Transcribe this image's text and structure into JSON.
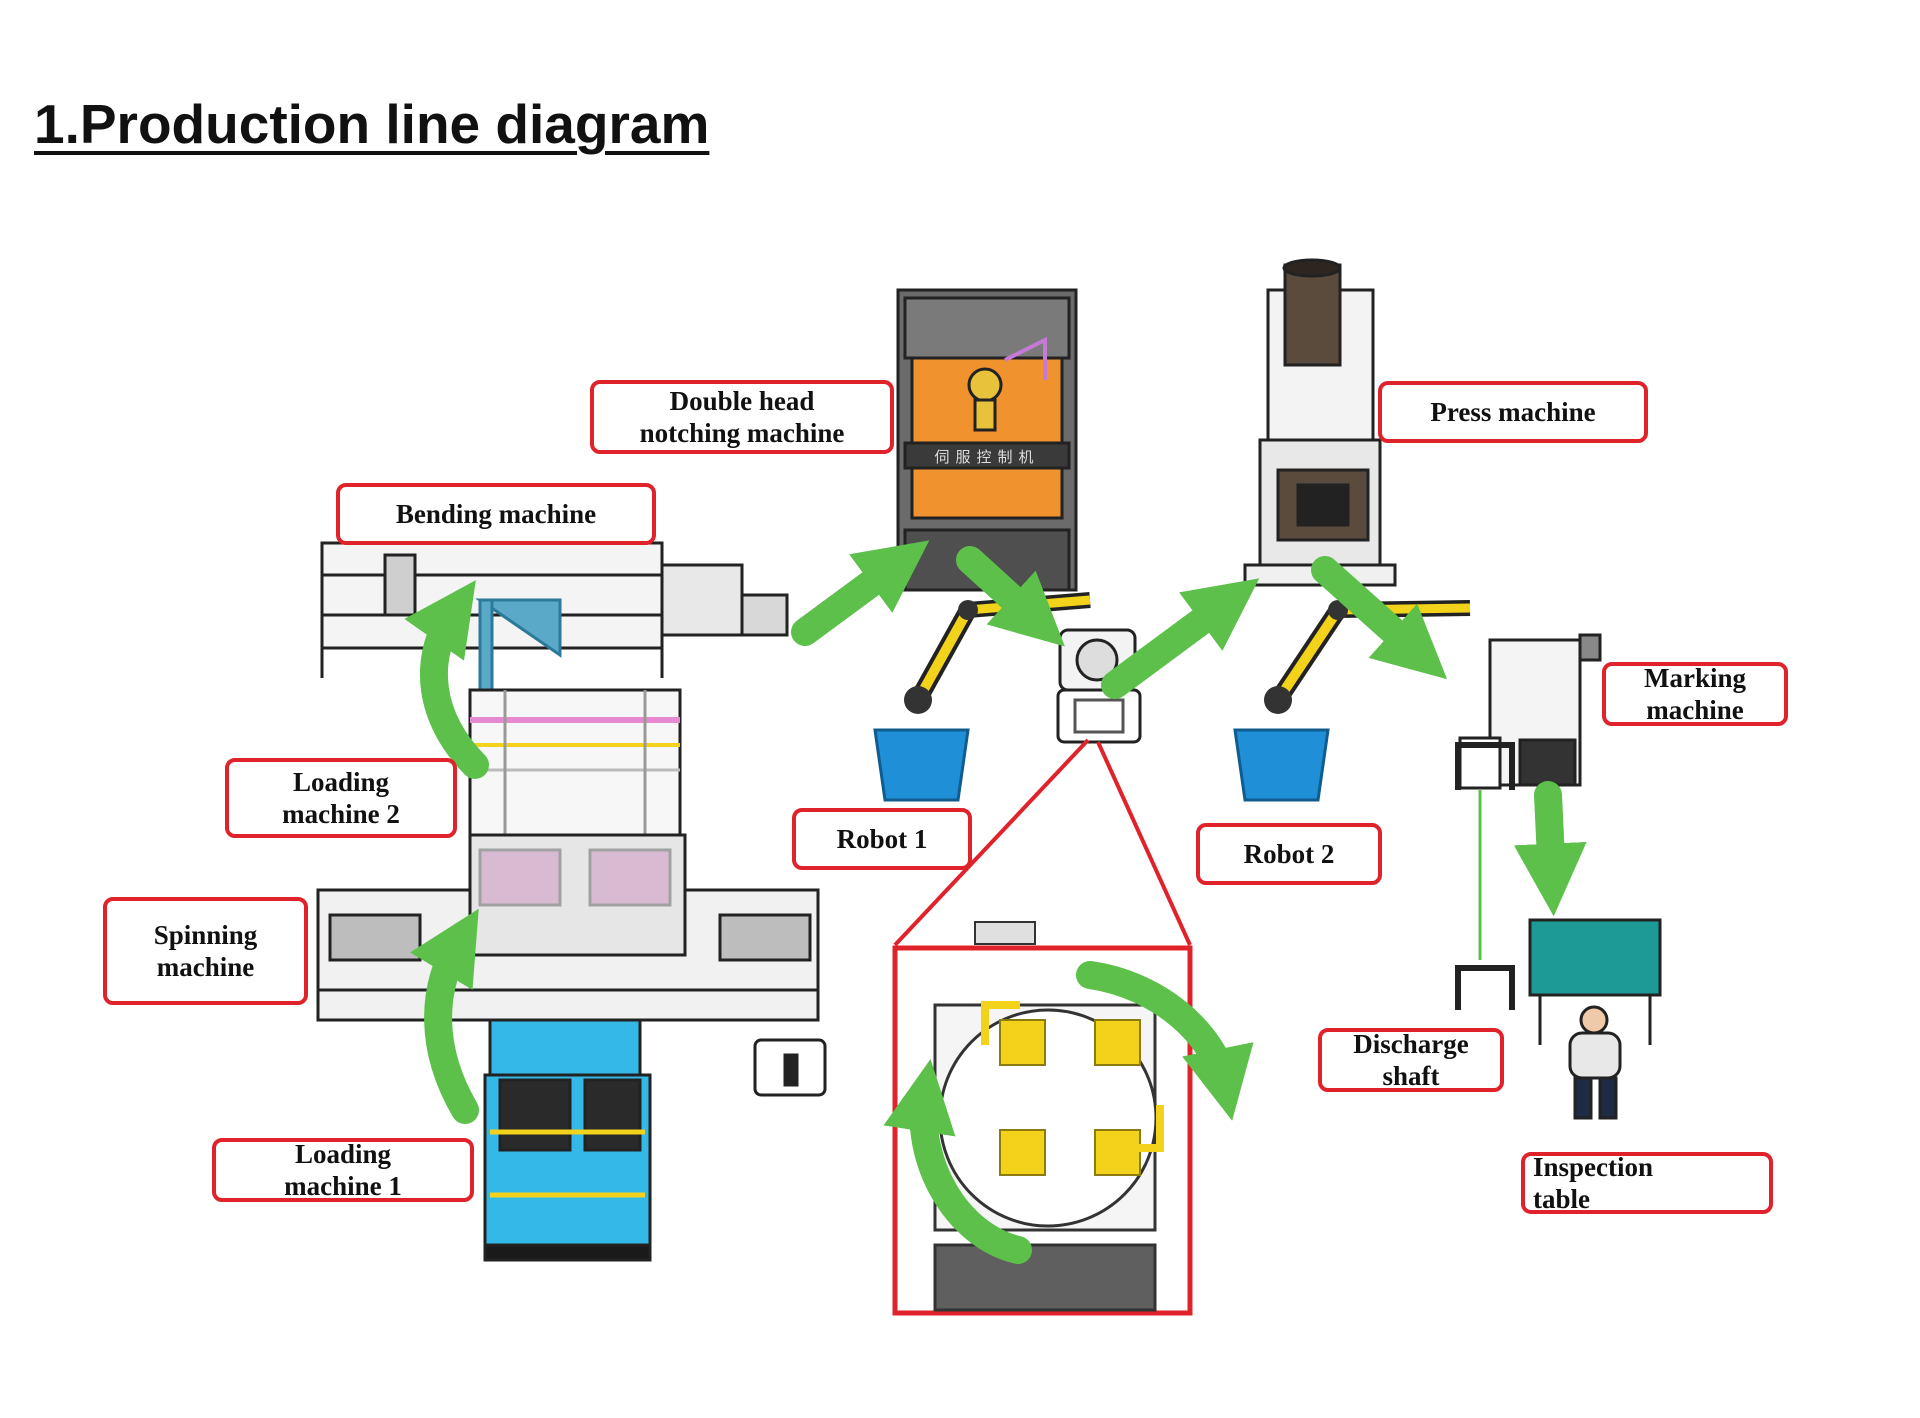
{
  "title": "1.Production line diagram",
  "labels": {
    "double_head_notching": [
      "Double head",
      "notching machine"
    ],
    "press_machine": "Press machine",
    "bending_machine": "Bending machine",
    "loading_machine_2": [
      "Loading",
      "machine 2"
    ],
    "spinning_machine": [
      "Spinning",
      "machine"
    ],
    "loading_machine_1": [
      "Loading",
      "machine 1"
    ],
    "robot_1": "Robot 1",
    "robot_2": "Robot 2",
    "marking_machine": [
      "Marking",
      "machine"
    ],
    "discharge_shaft": [
      "Discharge",
      "shaft"
    ],
    "inspection_table": [
      "Inspection",
      "table"
    ]
  },
  "machine_plate_text": "伺服控制机",
  "colors": {
    "flow_arrow": "#5cc04a",
    "label_border": "#e0232b",
    "machine_orange": "#f0922e",
    "loader_blue": "#33b8e8",
    "fixture_yellow": "#f2d21b",
    "table_teal": "#1e9a96",
    "robot_base_blue": "#1f8fd8"
  }
}
